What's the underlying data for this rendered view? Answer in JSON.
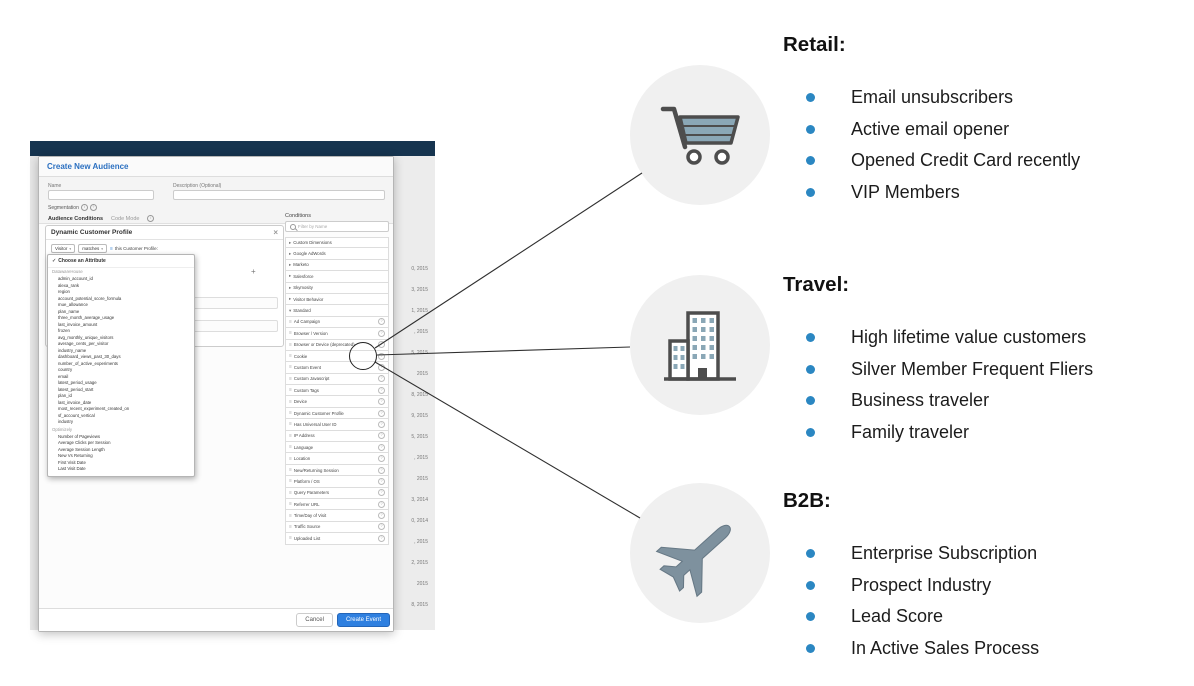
{
  "colors": {
    "bullet": "#2b87c2",
    "navy_bar": "#16344f",
    "icon_dark": "#4d4d4d",
    "icon_blue": "#8aa7b6",
    "icon_circle_bg": "#f0f0f0",
    "modal_title_blue": "#2a6fc0",
    "create_button_blue": "#2f80e0"
  },
  "icons": {
    "check": "✓",
    "chevron_right": "▸",
    "chevron_down": "▾",
    "drag_handle": "≡",
    "close": "×",
    "plus": "+",
    "help": "?",
    "info": "i",
    "caret": "▾"
  },
  "sections": [
    {
      "title": "Retail:",
      "icon": "shopping-cart",
      "items": [
        "Email unsubscribers",
        "Active email opener",
        "Opened Credit Card recently",
        "VIP Members"
      ]
    },
    {
      "title": "Travel:",
      "icon": "office-building",
      "items": [
        "High lifetime value customers",
        "Silver Member Frequent Fliers",
        "Business traveler",
        "Family traveler"
      ]
    },
    {
      "title": "B2B:",
      "icon": "airplane",
      "items": [
        "Enterprise Subscription",
        "Prospect Industry",
        "Lead Score",
        "In Active Sales Process"
      ]
    }
  ],
  "modal": {
    "title": "Create New Audience",
    "name_label": "Name",
    "description_label": "Description (Optional)",
    "segmentation_label": "Segmentation",
    "tabs": [
      "Audience Conditions",
      "Code Mode"
    ],
    "card": {
      "title": "Dynamic Customer Profile",
      "visitor": "Visitor",
      "matches": "matches",
      "profile_label": "this Customer Profile:"
    },
    "attribute_dropdown": {
      "selected": "Choose an Attribute",
      "groups": [
        {
          "name": "DatawareHouse",
          "items": [
            "admin_account_id",
            "alexa_rank",
            "region",
            "account_potential_score_formula",
            "mue_allowance",
            "plan_name",
            "three_month_average_usage",
            "last_invoice_amount",
            "frozen",
            "avg_monthly_unique_visitors",
            "average_cents_per_visitor",
            "industry_name",
            "dashboard_views_past_30_days",
            "number_of_active_experiments",
            "country",
            "email",
            "latest_period_usage",
            "latest_period_start",
            "plan_id",
            "last_invoice_date",
            "most_recent_experiment_created_on",
            "sf_account_vertical",
            "industry"
          ]
        },
        {
          "name": "Optimizely",
          "items": [
            "Number of Pageviews",
            "Average Clicks per Session",
            "Average Session Length",
            "New Vs Returning",
            "First Visit Date",
            "Last Visit Date"
          ]
        }
      ]
    },
    "conditions": {
      "title": "Conditions",
      "filter_placeholder": "Filter by Name",
      "categories": [
        "Custom Dimensions",
        "Google AdWords",
        "Marketo",
        "Salesforce",
        "Skymosity",
        "Visitor Behavior"
      ],
      "standard_group": "Standard",
      "standard_items": [
        "Ad Campaign",
        "Browser / Version",
        "Browser or Device (deprecated)",
        "Cookie",
        "Custom Event",
        "Custom Javascript",
        "Custom Tags",
        "Device",
        "Dynamic Customer Profile",
        "Has Universal User ID",
        "IP Address",
        "Language",
        "Location",
        "New/Returning Session",
        "Platform / OS",
        "Query Parameters",
        "Referrer URL",
        "Time/Day of Visit",
        "Traffic Source",
        "Uploaded List"
      ]
    },
    "footer": {
      "cancel": "Cancel",
      "create": "Create Event"
    }
  },
  "background_dates": [
    "0, 2015",
    "3, 2015",
    "1, 2015",
    ", 2015",
    "5, 2015",
    "2015",
    "8, 2015",
    "9, 2015",
    "5, 2015",
    ", 2015",
    "2015",
    "3, 2014",
    "0, 2014",
    ", 2015",
    "2, 2015",
    "2015",
    "8, 2015"
  ]
}
